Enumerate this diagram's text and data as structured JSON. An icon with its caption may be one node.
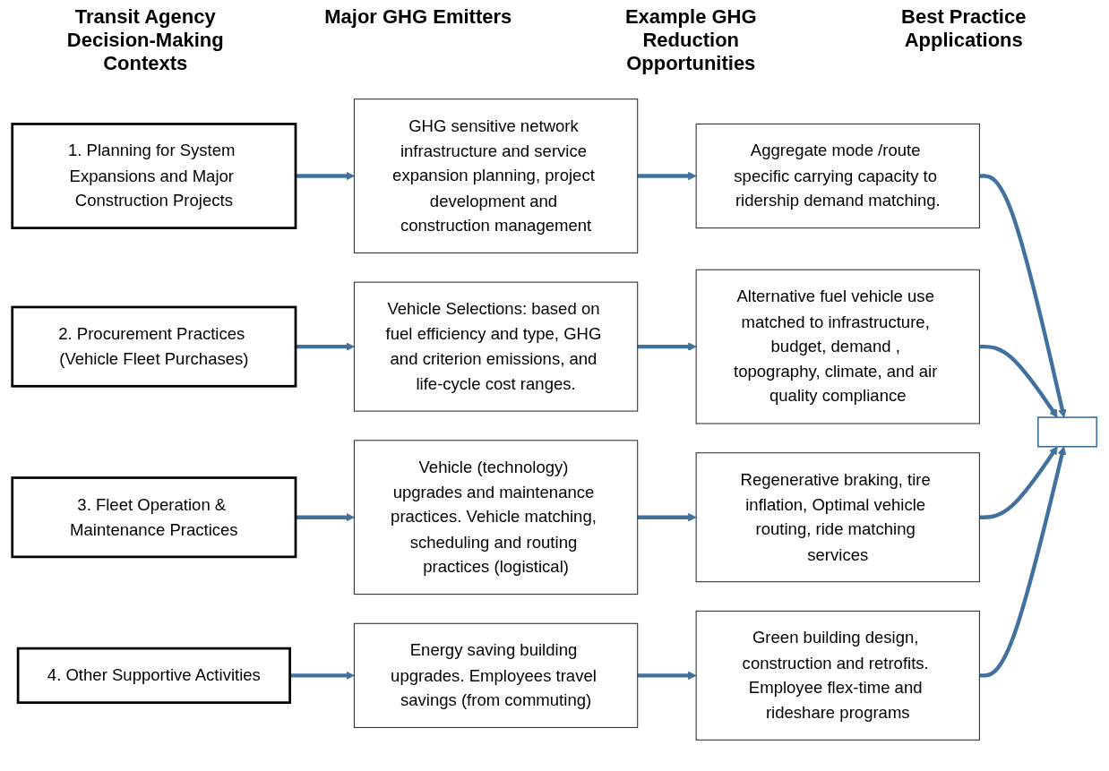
{
  "diagram": {
    "nodes": [
      {
        "text": [
          "1. Planning for System Expansions and Major Construction Projects"
        ]
      },
      {
        "text": [
          "2. Procurement Practices (Vehicle Fleet Purchases)"
        ]
      },
      {
        "text": [
          "3. Fleet Operation & Maintenance Practices"
        ]
      },
      {
        "text": [
          "4. Other Supportive Activities"
        ]
      },
      {
        "text": [
          "GHG sensitive network infrastructure and service expansion planning, project development and construction management"
        ]
      },
      {
        "text": [
          "Vehicle Selections: based on fuel efficiency and type, GHG and criterion emissions, and life-cycle cost ranges."
        ]
      },
      {
        "text": [
          "Vehicle (technology) upgrades and maintenance practices. Vehicle matching, scheduling and routing practices (logistical)"
        ]
      },
      {
        "text": [
          "Energy saving building upgrades. Employees travel savings (from commuting)"
        ]
      },
      {
        "text": [
          "Aggregate mode /route specific carrying capacity to ridership demand matching."
        ]
      },
      {
        "text": [
          "Alternative fuel vehicle use matched to infrastructure, budget, demand , topography, climate, and air quality compliance"
        ]
      },
      {
        "text": [
          "Regenerative braking, tire inflation, Optimal vehicle routing, ride matching services"
        ]
      },
      {
        "text": [
          "Green building design, construction and retrofits. Employee flex-time and rideshare programs"
        ]
      },
      {
        "text": [],
        "shape": "box"
      }
    ],
    "edges": [
      {
        "from": 0,
        "to": 4,
        "arrow": "to"
      },
      {
        "from": 1,
        "to": 5,
        "arrow": "to"
      },
      {
        "from": 2,
        "to": 6,
        "arrow": "to"
      },
      {
        "from": 3,
        "to": 7,
        "arrow": "to"
      },
      {
        "from": 4,
        "to": 8,
        "arrow": "to"
      },
      {
        "from": 5,
        "to": 9,
        "arrow": "to"
      },
      {
        "from": 6,
        "to": 10,
        "arrow": "to"
      },
      {
        "from": 7,
        "to": 11,
        "arrow": "to"
      },
      {
        "from": 8,
        "to": 12,
        "arrow": "to"
      },
      {
        "from": 9,
        "to": 12,
        "arrow": "to"
      },
      {
        "from": 10,
        "to": 12,
        "arrow": "to"
      },
      {
        "from": 11,
        "to": 12,
        "arrow": "to"
      }
    ],
    "labels": [
      "Transit Agency Decision-Making Contexts",
      "Major GHG Emitters",
      "Example GHG Reduction Opportunities",
      "Best Practice Applications"
    ]
  }
}
